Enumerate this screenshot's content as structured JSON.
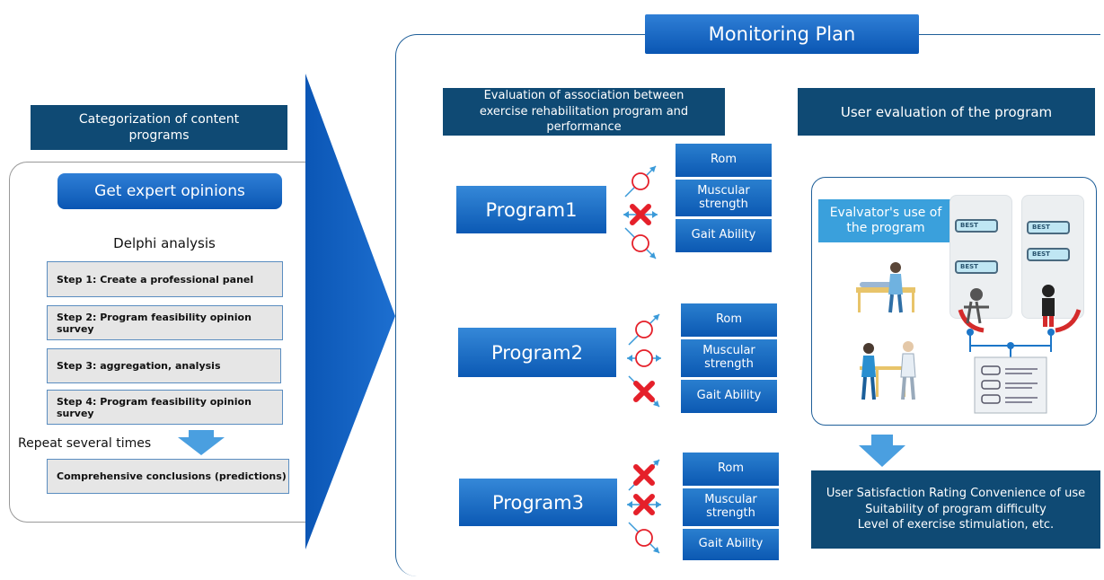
{
  "left": {
    "category_title": "Categorization of content programs",
    "expert_button": "Get expert opinions",
    "delphi_title": "Delphi analysis",
    "steps": [
      "Step 1: Create a professional panel",
      "Step 2: Program feasibility opinion survey",
      "Step 3: aggregation, analysis",
      "Step 4: Program feasibility opinion survey"
    ],
    "repeat_text": "Repeat several times",
    "conclusion": "Comprehensive conclusions (predictions)"
  },
  "monitoring": {
    "title": "Monitoring Plan",
    "eval_header": "Evaluation of association between exercise rehabilitation program and performance",
    "user_header": "User evaluation of the program",
    "programs": [
      {
        "name": "Program1",
        "metrics": [
          "Rom",
          "Muscular strength",
          "Gait Ability"
        ],
        "marks": [
          "circle-up",
          "cross",
          "circle-down"
        ]
      },
      {
        "name": "Program2",
        "metrics": [
          "Rom",
          "Muscular strength",
          "Gait Ability"
        ],
        "marks": [
          "circle-up",
          "circle",
          "cross"
        ]
      },
      {
        "name": "Program3",
        "metrics": [
          "Rom",
          "Muscular strength",
          "Gait Ability"
        ],
        "marks": [
          "cross",
          "cross",
          "circle-down"
        ]
      }
    ],
    "evaluator_label": "Evalvator's use of the program",
    "badge": "BEST",
    "result_lines": [
      "User Satisfaction Rating Convenience of use",
      "Suitability of program difficulty",
      "Level of exercise stimulation, etc."
    ]
  },
  "colors": {
    "navy": "#0f4a74",
    "blue": "#0a56b3",
    "outline": "#1f5f99",
    "mark_red": "#e5202a"
  }
}
